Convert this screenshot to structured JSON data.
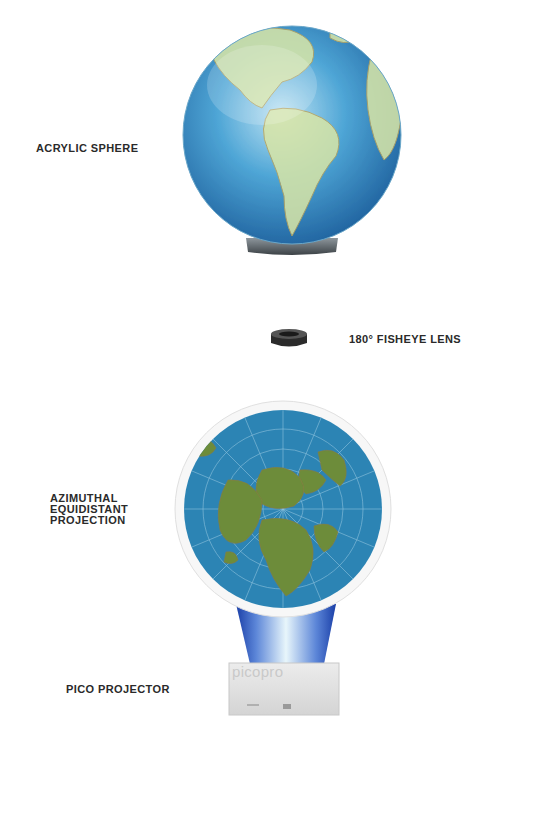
{
  "diagram": {
    "labels": [
      "ACRYLIC SPHERE",
      "180° FISHEYE LENS",
      "AZIMUTHAL EQUIDISTANT PROJECTION",
      "PICO PROJECTOR",
      "picopro"
    ]
  }
}
